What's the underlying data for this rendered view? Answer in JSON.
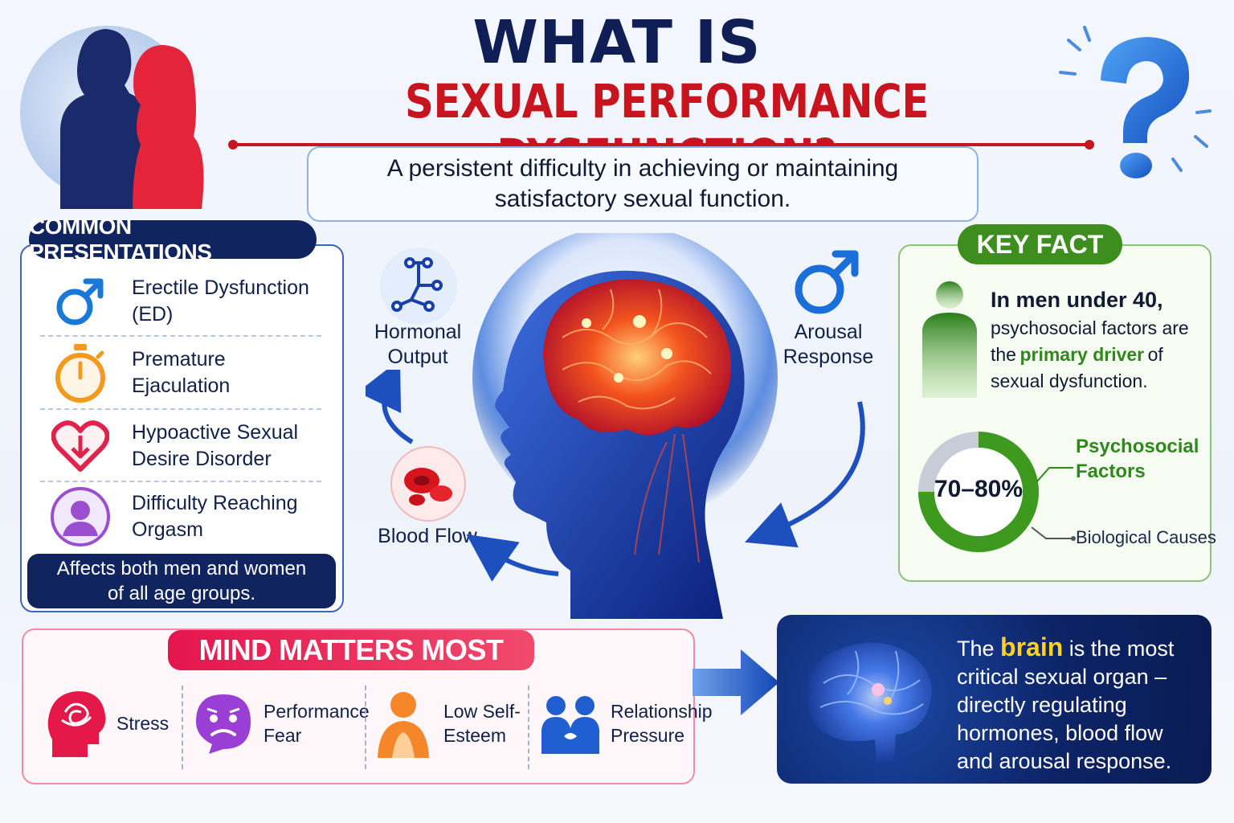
{
  "header": {
    "title_line1": "WHAT IS",
    "title_line2": "SEXUAL PERFORMANCE DYSFUNCTION?",
    "definition": "A persistent difficulty in achieving or maintaining satisfactory sexual function."
  },
  "presentations": {
    "header": "COMMON PRESENTATIONS",
    "items": [
      {
        "label": "Erectile Dysfunction\n(ED)",
        "icon": "male-symbol-icon"
      },
      {
        "label": "Premature\nEjaculation",
        "icon": "stopwatch-icon"
      },
      {
        "label": "Hypoactive Sexual\nDesire Disorder",
        "icon": "heart-down-arrow-icon"
      },
      {
        "label": "Difficulty Reaching\nOrgasm",
        "icon": "person-icon"
      }
    ],
    "footer": "Affects both men and women\nof all age groups."
  },
  "cycle": {
    "hormonal": "Hormonal\nOutput",
    "arousal": "Arousal\nResponse",
    "blood": "Blood Flow"
  },
  "key_fact": {
    "header": "KEY FACT",
    "lead": "In men under 40,",
    "body_before": "psychosocial factors are the",
    "highlight": "primary driver",
    "body_after": "of sexual dysfunction.",
    "donut_label": "70–80%",
    "psychosocial_fraction": 0.75,
    "legend_psychosocial": "Psychosocial\nFactors",
    "legend_biological": "Biological Causes",
    "colors": {
      "psychosocial": "#3d9a1f",
      "biological": "#c7ccd6"
    }
  },
  "mind": {
    "header": "MIND MATTERS MOST",
    "items": [
      {
        "label": "Stress",
        "icon": "stressed-head-icon"
      },
      {
        "label": "Performance\nFear",
        "icon": "worried-face-icon"
      },
      {
        "label": "Low Self-\nEsteem",
        "icon": "sad-person-icon"
      },
      {
        "label": "Relationship\nPressure",
        "icon": "couple-icon"
      }
    ]
  },
  "brain_card": {
    "before": "The",
    "highlight": "brain",
    "after": "is the most critical sexual organ – directly regulating hormones, blood flow and arousal response."
  }
}
